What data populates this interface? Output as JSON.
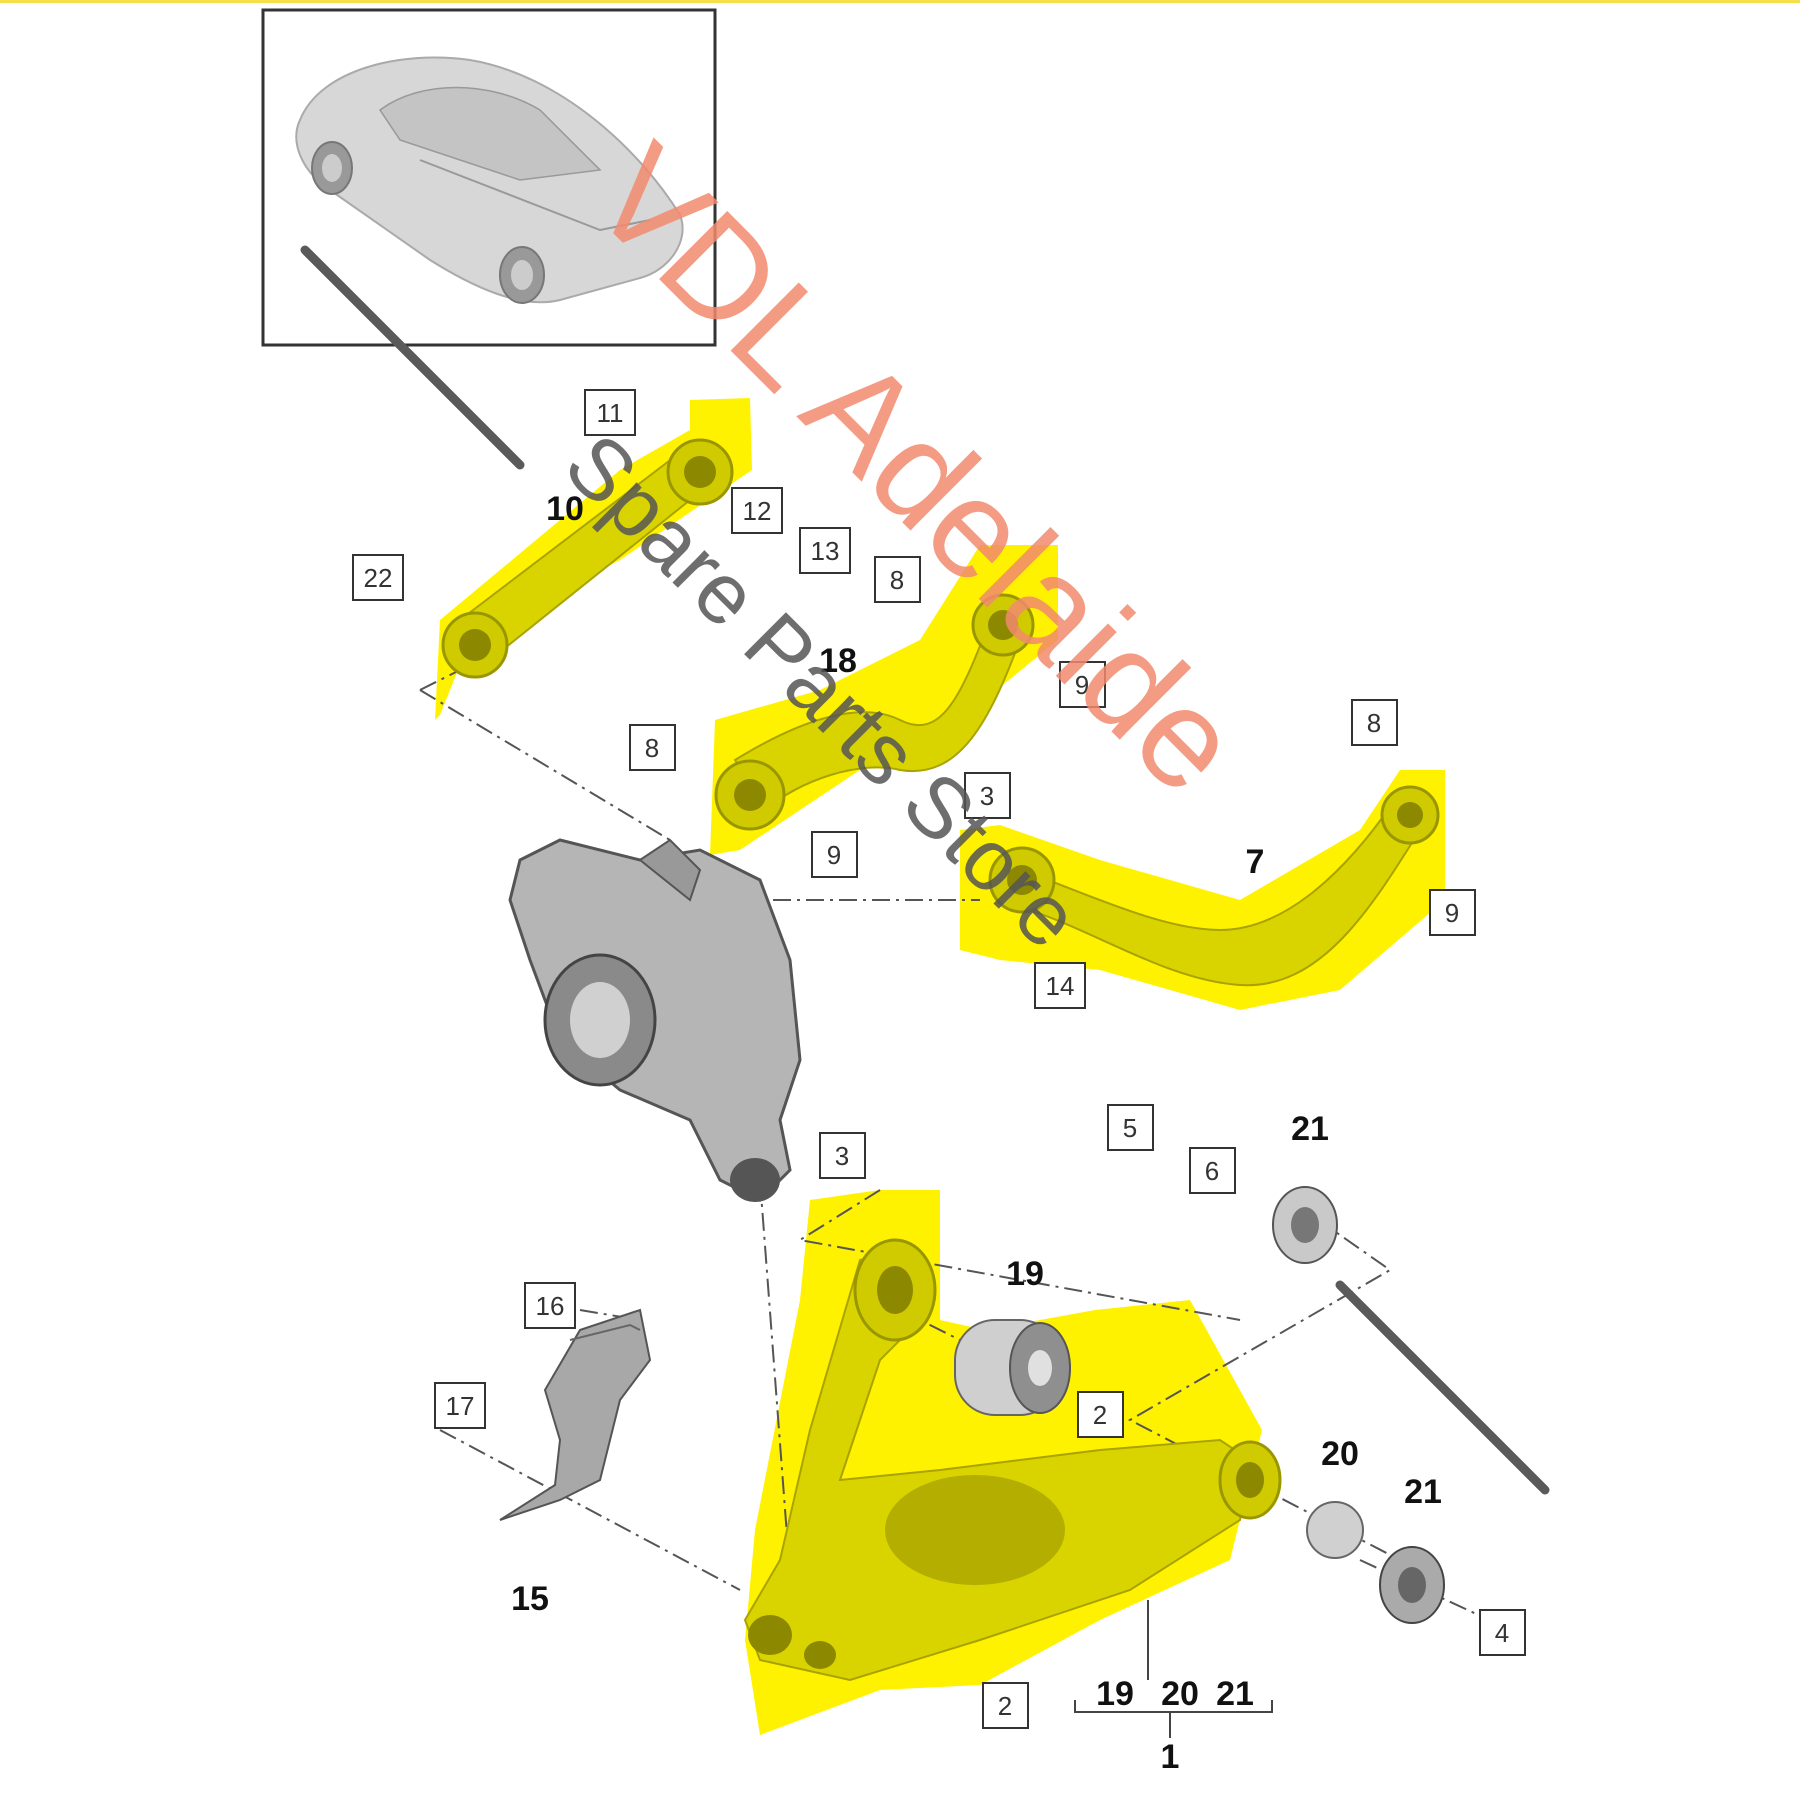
{
  "watermark": {
    "line1": "VDL Adelaide",
    "line2": "Spare Parts Store",
    "line1_color": "#f28a6e",
    "line2_color": "#555555"
  },
  "colors": {
    "highlight": "#fff200",
    "part_yellow": "#e8e000",
    "part_gray": "#b8b8b8",
    "knuckle_gray": "#8a8a8a",
    "frame": "#333333",
    "strike_line": "#555555"
  },
  "callouts": {
    "c11": "11",
    "c10": "10",
    "c12": "12",
    "c13": "13",
    "c22": "22",
    "c8a": "8",
    "c9a": "9",
    "c18": "18",
    "c8b": "8",
    "c9b": "9",
    "c8c": "8",
    "c3a": "3",
    "c7": "7",
    "c9c": "9",
    "c14": "14",
    "c5": "5",
    "c6": "6",
    "c21a": "21",
    "c3b": "3",
    "c19": "19",
    "c16": "16",
    "c17": "17",
    "c2a": "2",
    "c20": "20",
    "c21b": "21",
    "c15": "15",
    "c4": "4",
    "c2b": "2",
    "g19": "19",
    "g20": "20",
    "g21": "21",
    "c1": "1"
  },
  "icons": {
    "car": "car-thumbnail-icon",
    "knuckle": "wheel-carrier-icon",
    "lower_arm": "lower-control-arm-icon",
    "shield": "heat-shield-icon"
  }
}
